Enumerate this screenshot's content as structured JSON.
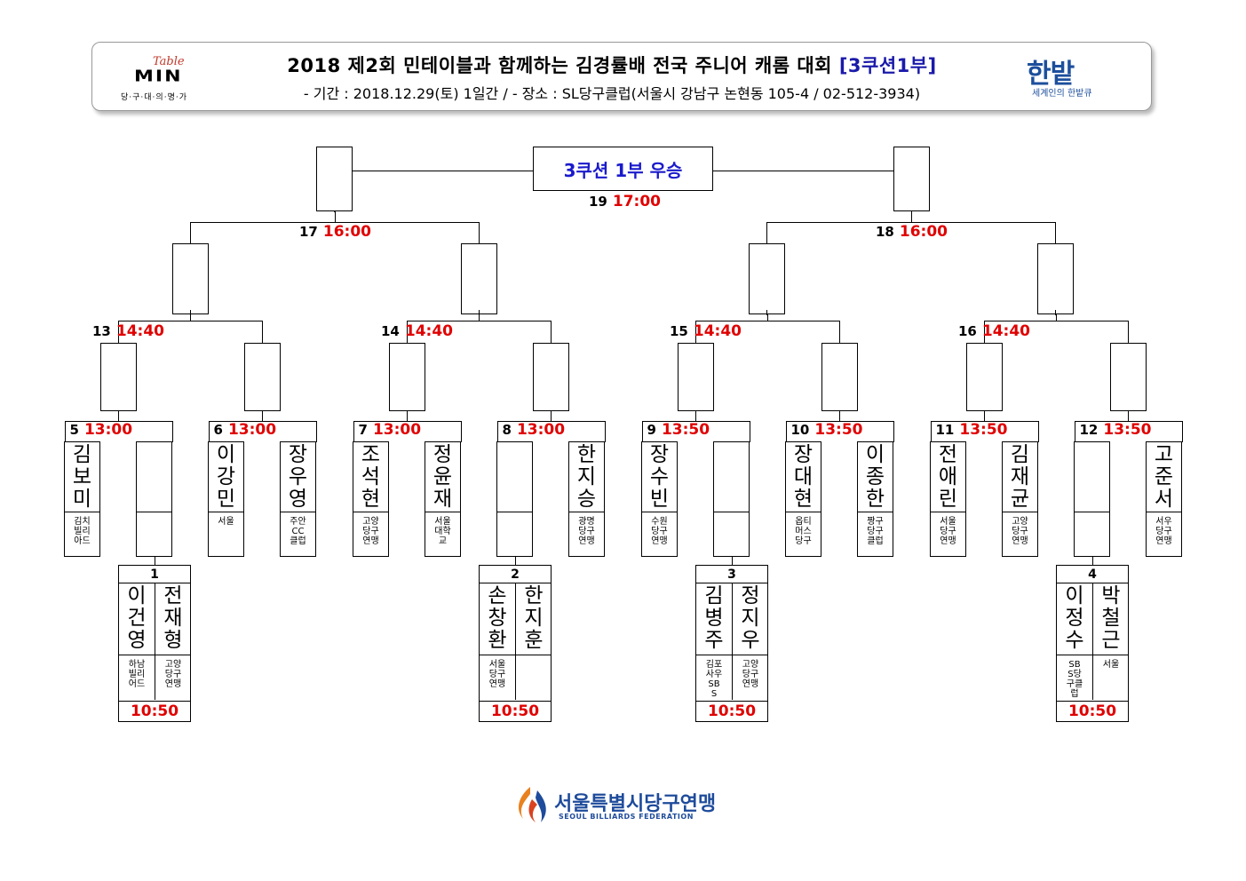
{
  "header": {
    "title": "2018 제2회 민테이블과 함께하는 김경률배 전국 주니어 캐롬 대회",
    "title_tag": "[3쿠션1부]",
    "subtitle": "- 기간 : 2018.12.29(토) 1일간 / - 장소 : SL당구클럽(서울시 강남구 논현동 105-4 / 02-512-3934)",
    "left_logo": {
      "script": "Table",
      "name": "MIN",
      "tagline": "당·구·대·의·명·가"
    },
    "right_logo": {
      "name": "한밭",
      "tagline": "세계인의 한밭큐"
    }
  },
  "final": {
    "label": "3쿠션 1부 우승",
    "match_no": "19",
    "time": "17:00"
  },
  "semis": [
    {
      "match_no": "17",
      "time": "16:00"
    },
    {
      "match_no": "18",
      "time": "16:00"
    }
  ],
  "quarters": [
    {
      "match_no": "13",
      "time": "14:40"
    },
    {
      "match_no": "14",
      "time": "14:40"
    },
    {
      "match_no": "15",
      "time": "14:40"
    },
    {
      "match_no": "16",
      "time": "14:40"
    }
  ],
  "round16": [
    {
      "match_no": "5",
      "time": "13:00"
    },
    {
      "match_no": "6",
      "time": "13:00"
    },
    {
      "match_no": "7",
      "time": "13:00"
    },
    {
      "match_no": "8",
      "time": "13:00"
    },
    {
      "match_no": "9",
      "time": "13:50"
    },
    {
      "match_no": "10",
      "time": "13:50"
    },
    {
      "match_no": "11",
      "time": "13:50"
    },
    {
      "match_no": "12",
      "time": "13:50"
    }
  ],
  "players": [
    {
      "name": "김보미",
      "club": "김치빌리아드"
    },
    {
      "name": "",
      "club": ""
    },
    {
      "name": "이강민",
      "club": "서울"
    },
    {
      "name": "장우영",
      "club": "주안CC클럽"
    },
    {
      "name": "조석현",
      "club": "고양당구연맹"
    },
    {
      "name": "정윤재",
      "club": "서울대학교"
    },
    {
      "name": "",
      "club": ""
    },
    {
      "name": "한지승",
      "club": "광명당구연맹"
    },
    {
      "name": "장수빈",
      "club": "수원당구연맹"
    },
    {
      "name": "",
      "club": ""
    },
    {
      "name": "장대현",
      "club": "옵티머스당구"
    },
    {
      "name": "이종한",
      "club": "짱구당구클럽"
    },
    {
      "name": "전애린",
      "club": "서울당구연맹"
    },
    {
      "name": "김재균",
      "club": "고양당구연맹"
    },
    {
      "name": "",
      "club": ""
    },
    {
      "name": "고준서",
      "club": "서우당구연맹"
    }
  ],
  "prelims": [
    {
      "match_no": "1",
      "time": "10:50",
      "left": {
        "name": "이건영",
        "club": "하남빌리어드"
      },
      "right": {
        "name": "전재형",
        "club": "고양당구연맹"
      }
    },
    {
      "match_no": "2",
      "time": "10:50",
      "left": {
        "name": "손창환",
        "club": "서울당구연맹"
      },
      "right": {
        "name": "한지훈",
        "club": ""
      }
    },
    {
      "match_no": "3",
      "time": "10:50",
      "left": {
        "name": "김병주",
        "club": "김포사우SBS"
      },
      "right": {
        "name": "정지우",
        "club": "고양당구연맹"
      }
    },
    {
      "match_no": "4",
      "time": "10:50",
      "left": {
        "name": "이정수",
        "club": "SBS당구클럽"
      },
      "right": {
        "name": "박철근",
        "club": "서울"
      }
    }
  ],
  "footer": {
    "name_ko": "서울특별시당구연맹",
    "name_en": "SEOUL BILLIARDS FEDERATION"
  },
  "colors": {
    "time": "#e00000",
    "champion": "#1a1acc",
    "federation": "#1e4b9b"
  }
}
